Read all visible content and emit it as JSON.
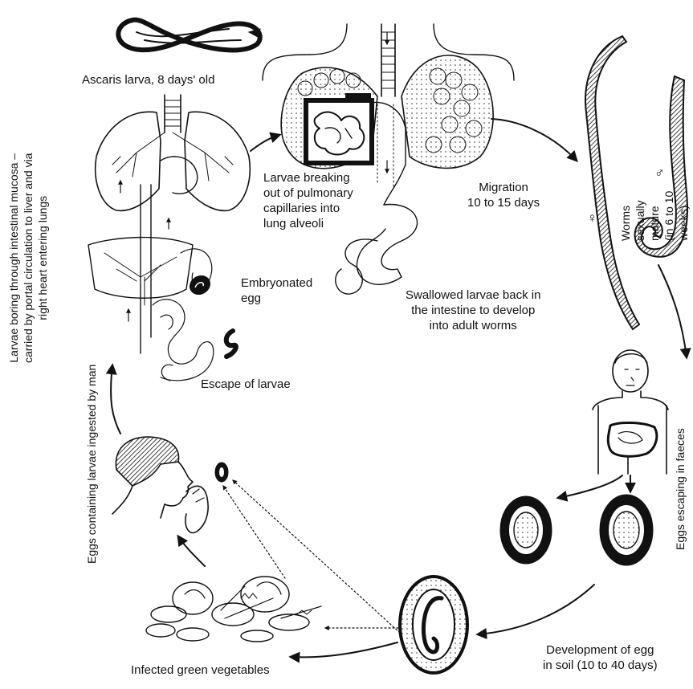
{
  "labels": {
    "ascaris_larva": "Ascaris larva, 8 days' old",
    "larvae_breaking": "Larvae breaking\nout of pulmonary\ncapillaries into\nlung alveoli",
    "migration": "Migration\n10 to 15 days",
    "worms_mature": "Worms sexually mature\n(in 6 to 10 weeks)",
    "female_symbol": "♀",
    "male_symbol": "♂",
    "embryonated_egg": "Embryonated\negg",
    "swallowed_larvae": "Swallowed larvae back in\nthe intestine to develop\ninto adult worms",
    "escape_larvae": "Escape of larvae",
    "larvae_boring": "Larvae boring through intestinal mucosa –\ncarried by portal circulation to liver and via\nright heart entering lungs",
    "eggs_ingested": "Eggs containing larvae ingested by man",
    "eggs_faeces": "Eggs escaping in faeces",
    "development_egg": "Development of egg\nin soil (10 to 40 days)",
    "infected_veg": "Infected green vegetables"
  },
  "colors": {
    "ink": "#111111",
    "background": "#ffffff"
  }
}
